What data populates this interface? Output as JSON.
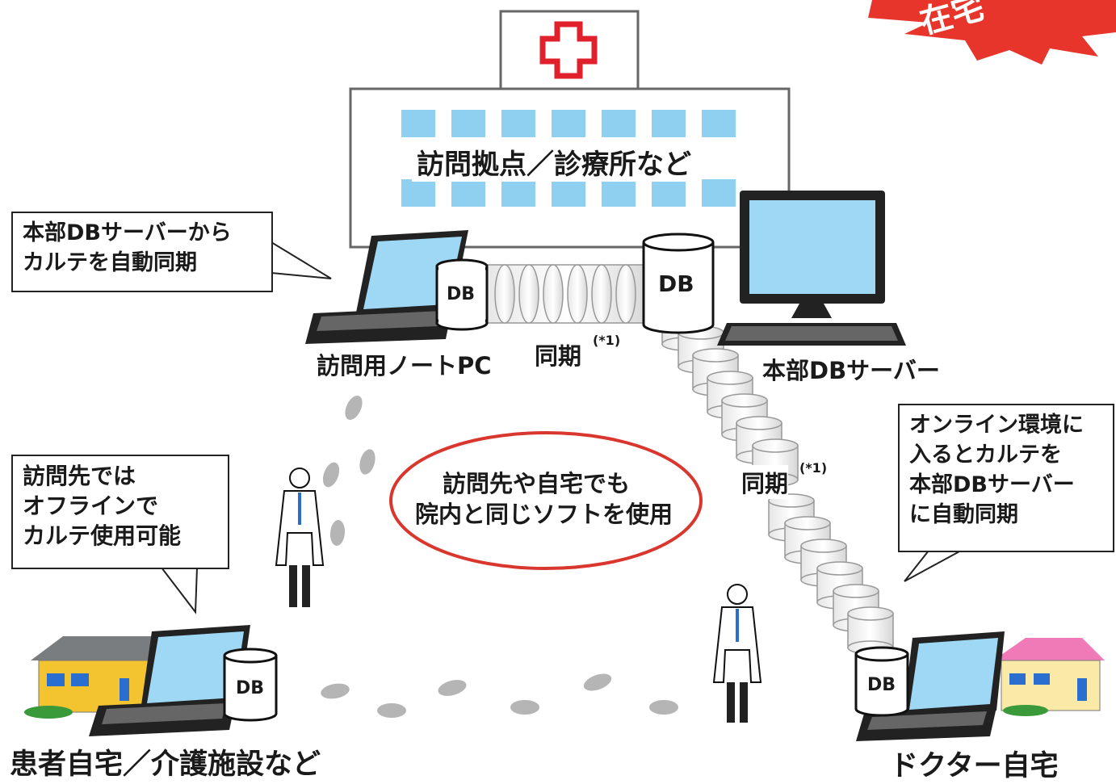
{
  "building": {
    "label": "訪問拠点／診療所など"
  },
  "callouts": {
    "top_left": [
      "本部DBサーバーから",
      "カルテを自動同期"
    ],
    "mid_left": [
      "訪問先では",
      "オフラインで",
      "カルテ使用可能"
    ],
    "right": [
      "オンライン環境に",
      "入るとカルテを",
      "本部DBサーバー",
      "に自動同期"
    ]
  },
  "labels": {
    "laptop_pc": "訪問用ノートPC",
    "sync_1": "同期",
    "sync_1_note": "(*1)",
    "server": "本部DBサーバー",
    "sync_2": "同期",
    "sync_2_note": "(*1)",
    "patient_home": "患者自宅／介護施設など",
    "doctor_home": "ドクター自宅"
  },
  "center_note": [
    "訪問先や自宅でも",
    "院内と同じソフトを使用"
  ],
  "db_text": "DB",
  "corner_badge": "在宅",
  "colors": {
    "cross": "#e0202a",
    "window": "#8fd0f0",
    "screen": "#9fd8f5",
    "ellipse": "#d9362e",
    "badge": "#e8352b",
    "house_left_wall": "#f4c430",
    "house_left_roof": "#7a7d80",
    "house_right_wall": "#fbe9a8",
    "house_right_roof": "#f07ab8"
  }
}
